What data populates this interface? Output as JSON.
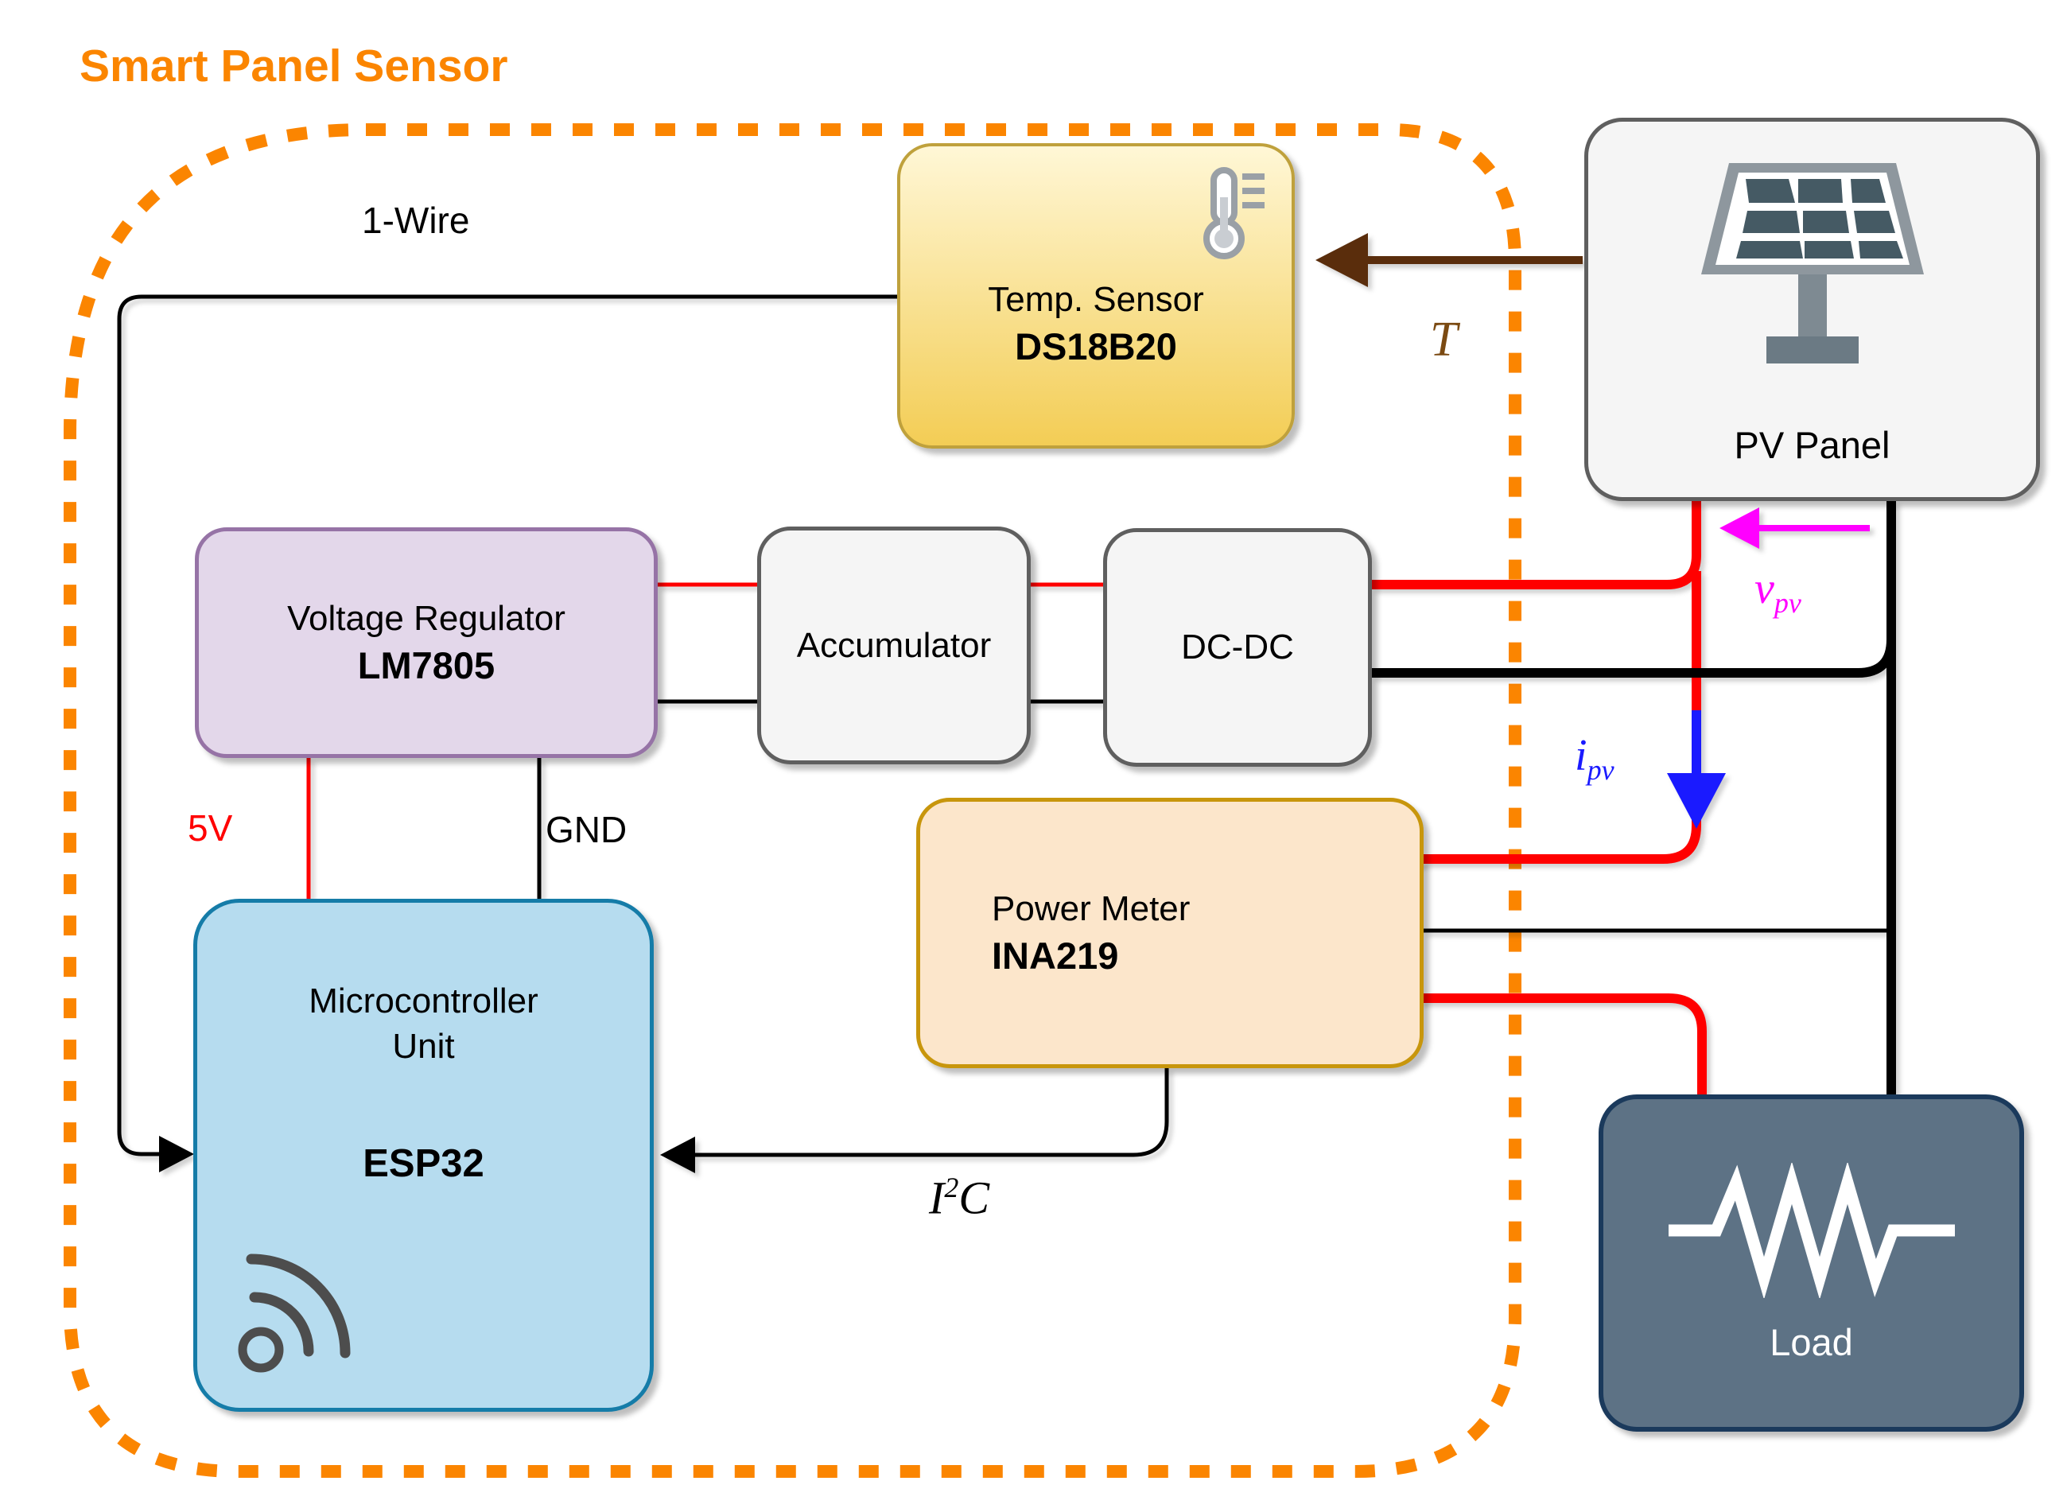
{
  "title": "Smart Panel Sensor",
  "colors": {
    "orange": "#FB8500",
    "wire_red": "#FF0000",
    "wire_black": "#000000",
    "magenta": "#FF00FF",
    "arrow_blue": "#1A1AFF",
    "arrow_brown": "#5A2D0C",
    "label_brown": "#7B4A12",
    "temp_fill_top": "#FFF7D6",
    "temp_fill_bottom": "#F3CD55",
    "temp_border": "#BFA13C",
    "gray_fill": "#F5F5F5",
    "gray_border": "#5F5F5F",
    "purple_fill": "#E3D7EA",
    "purple_border": "#9673A6",
    "peach_fill": "#FCE6CB",
    "peach_border": "#C8960C",
    "blue_fill": "#B6DCEF",
    "blue_border": "#157CA8",
    "slate_fill": "#5D7285",
    "slate_border": "#1B3A5C",
    "shunt_green": "#B9DCA6",
    "load_text": "#FFFFFF",
    "icon_gray": "#9AA0A6",
    "wifi_gray": "#4D4D4D",
    "pv_frame": "#8E979E",
    "pv_cell": "#455A64",
    "pv_stand": "#7E8A92",
    "pv_base": "#6B7A84"
  },
  "blocks": {
    "temp_sensor": {
      "line1": "Temp. Sensor",
      "line2": "DS18B20"
    },
    "pv_panel": {
      "label": "PV Panel"
    },
    "voltage_regulator": {
      "line1": "Voltage Regulator",
      "line2": "LM7805"
    },
    "accumulator": {
      "label": "Accumulator"
    },
    "dcdc": {
      "label": "DC-DC"
    },
    "power_meter": {
      "line1": "Power Meter",
      "line2": "INA219"
    },
    "mcu": {
      "line1": "Microcontroller",
      "line2": "Unit",
      "line3": "ESP32"
    },
    "load": {
      "label": "Load"
    }
  },
  "wire_labels": {
    "one_wire": "1-Wire",
    "five_v": "5V",
    "gnd": "GND",
    "i2c": {
      "base": "I",
      "sup": "2",
      "tail": "C"
    },
    "temperature": "T",
    "v_pv": {
      "base": "v",
      "sub": "pv"
    },
    "i_pv": {
      "base": "i",
      "sub": "pv"
    }
  }
}
